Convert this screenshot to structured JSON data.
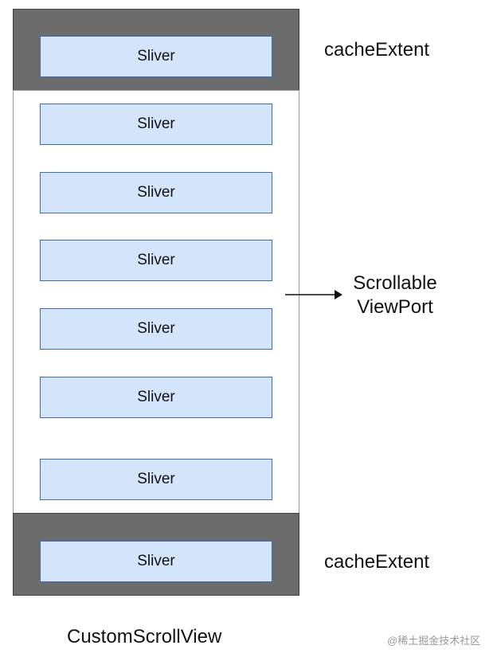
{
  "diagram": {
    "slivers": [
      {
        "label": "Sliver",
        "region": "cache-top"
      },
      {
        "label": "Sliver",
        "region": "viewport"
      },
      {
        "label": "Sliver",
        "region": "viewport"
      },
      {
        "label": "Sliver",
        "region": "viewport"
      },
      {
        "label": "Sliver",
        "region": "viewport"
      },
      {
        "label": "Sliver",
        "region": "viewport"
      },
      {
        "label": "Sliver",
        "region": "viewport"
      },
      {
        "label": "Sliver",
        "region": "cache-bottom"
      }
    ],
    "cache_top_label": "cacheExtent",
    "cache_bottom_label": "cacheExtent",
    "viewport_label_line1": "Scrollable",
    "viewport_label_line2": "ViewPort",
    "title": "CustomScrollView",
    "watermark": "@稀土掘金技术社区",
    "colors": {
      "cache_fill": "#6b6b6b",
      "sliver_fill": "#d3e4fb",
      "sliver_border": "#3d6db0",
      "viewport_border": "#9a9a9a"
    },
    "icons": {
      "pointer": "arrow-right-icon"
    }
  }
}
